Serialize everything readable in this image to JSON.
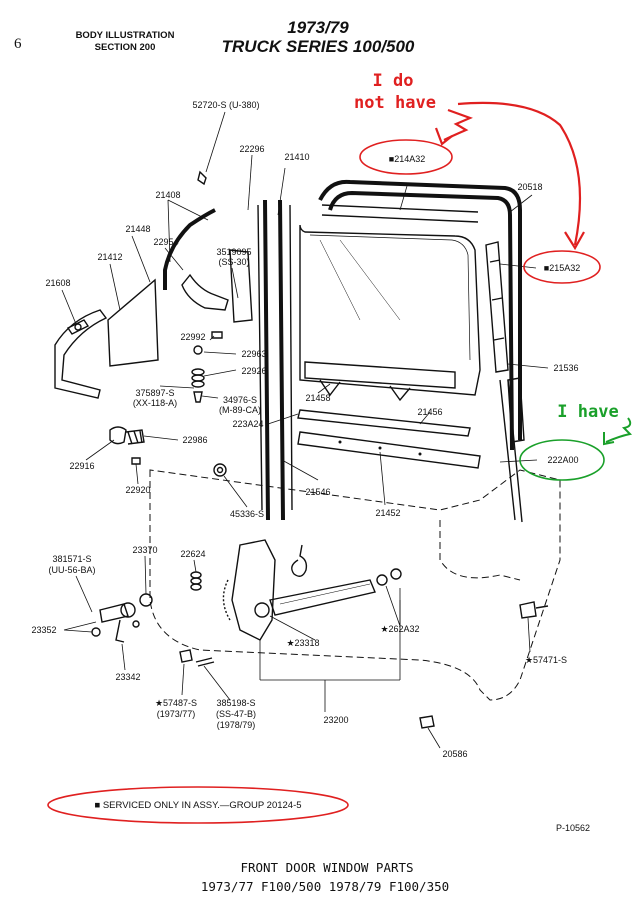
{
  "page_number": "6",
  "header": {
    "section_line1": "BODY ILLUSTRATION",
    "section_line2": "SECTION 200",
    "title_line1": "1973/79",
    "title_line2": "TRUCK SERIES 100/500"
  },
  "annotations": {
    "do_not_have_line1": "I do",
    "do_not_have_line2": "not have",
    "have": "I have",
    "red_color": "#e02020",
    "green_color": "#1aa02a"
  },
  "part_labels": {
    "p52720": "52720-S (U-380)",
    "p22296": "22296",
    "p21410": "21410",
    "p214A32": "■214A32",
    "p20518": "20518",
    "p21408": "21408",
    "p21448": "21448",
    "p22954": "22954",
    "p3519095": "3519095",
    "p3519095b": "(SS-30)",
    "p21412": "21412",
    "p21608": "21608",
    "p215A32": "■215A32",
    "p22992": "22992",
    "p22963": "22963",
    "p22926": "22926",
    "p375897": "375897-S",
    "p375897b": "(XX-118-A)",
    "p34976": "34976-S",
    "p34976b": "(M-89-CA)",
    "p21458": "21458",
    "p21536": "21536",
    "p223A24": "223A24",
    "p21456": "21456",
    "p22986": "22986",
    "p22916": "22916",
    "p222A00": "222A00",
    "p22920": "22920",
    "p21546": "21546",
    "p21452": "21452",
    "p45336": "45336-S",
    "p381571": "381571-S",
    "p381571b": "(UU-56-BA)",
    "p23370": "23370",
    "p22624": "22624",
    "p23352": "23352",
    "p262A32": "★262A32",
    "p23318": "★23318",
    "p57471": "★57471-S",
    "p23342": "23342",
    "p57487": "★57487-S",
    "p57487b": "(1973/77)",
    "p385198": "385198-S",
    "p385198b": "(SS-47-B)",
    "p385198c": "(1978/79)",
    "p23200": "23200",
    "p20586": "20586"
  },
  "footnote": "■ SERVICED ONLY IN ASSY.—GROUP 20124-5",
  "plate_number": "P-10562",
  "caption_line1": "FRONT DOOR WINDOW PARTS",
  "caption_line2": "1973/77 F100/500  1978/79  F100/350"
}
